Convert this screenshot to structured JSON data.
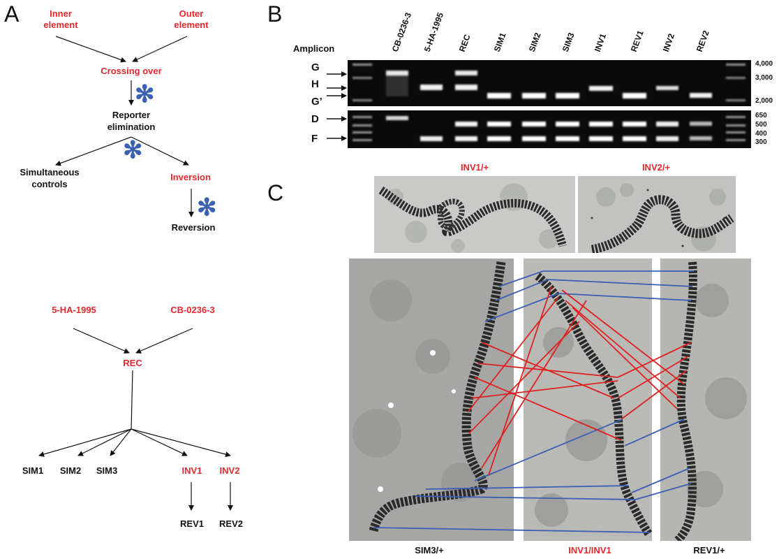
{
  "panelA": {
    "letter": "A",
    "top": {
      "inner_element": "Inner element",
      "outer_element": "Outer element",
      "crossing_over": "Crossing over",
      "reporter_elimination": "Reporter elimination",
      "simultaneous_controls": "Simultaneous controls",
      "inversion": "Inversion",
      "reversion": "Reversion",
      "asterisk": "✻"
    },
    "bottom": {
      "parent1": "5-HA-1995",
      "parent2": "CB-0236-3",
      "rec": "REC",
      "sim1": "SIM1",
      "sim2": "SIM2",
      "sim3": "SIM3",
      "inv1": "INV1",
      "inv2": "INV2",
      "rev1": "REV1",
      "rev2": "REV2"
    }
  },
  "panelB": {
    "letter": "B",
    "amplicon_label": "Amplicon",
    "lanes": [
      "CB-0236-3",
      "5-HA-1995",
      "REC",
      "SIM1",
      "SIM2",
      "SIM3",
      "INV1",
      "REV1",
      "INV2",
      "REV2"
    ],
    "band_labels": [
      "G",
      "H",
      "G’",
      "D",
      "F"
    ],
    "sizes_top": [
      "4,000",
      "3,000",
      "2,000"
    ],
    "sizes_bottom": [
      "650",
      "500",
      "400",
      "300"
    ]
  },
  "panelC": {
    "letter": "C",
    "top_left_label": "INV1/+",
    "top_right_label": "INV2/+",
    "bottom_labels": [
      "SIM3/+",
      "INV1/INV1",
      "REV1/+"
    ]
  },
  "colors": {
    "red": "#e4282e",
    "blue_line": "#3a5fb5",
    "red_line": "#e02020",
    "gel_bg": "#0a0a0a"
  }
}
